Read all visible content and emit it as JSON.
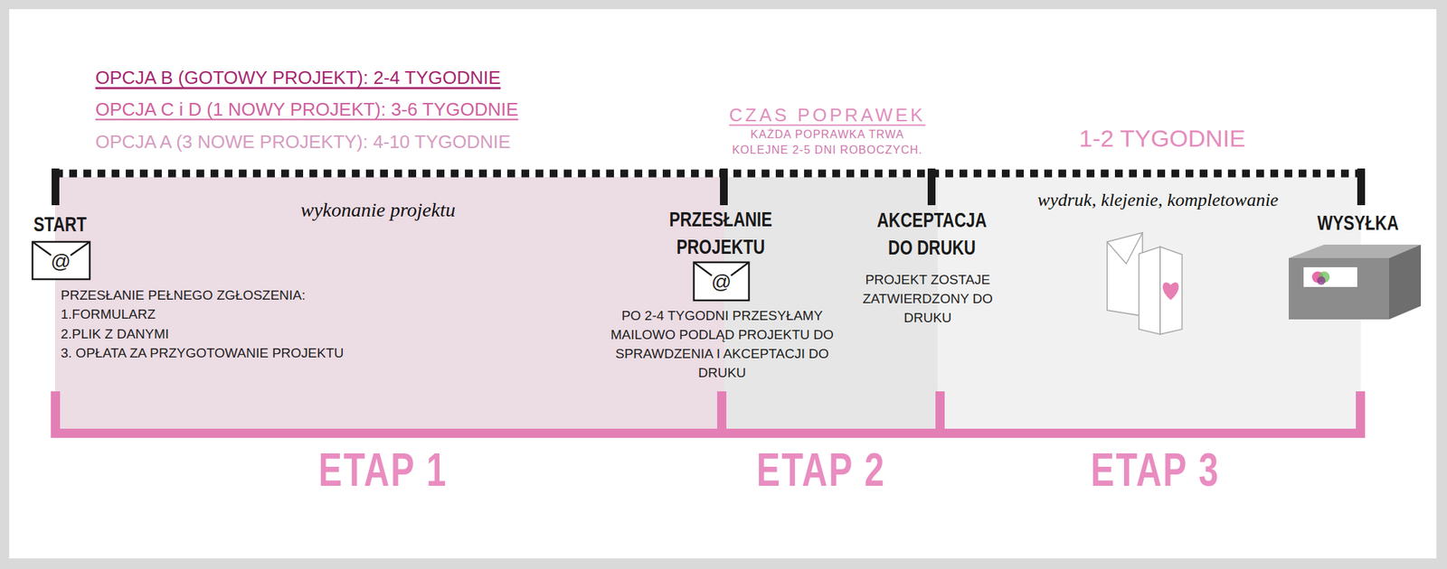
{
  "diagram": {
    "nodes": [
      {
        "text": [
          "OPCJA B (GOTOWY PROJEKT): 2-4 TYGODNIE",
          "OPCJA C i D (1 NOWY PROJEKT): 3-6 TYGODNIE",
          "OPCJA A (3 NOWE PROJEKTY): 4-10 TYGODNIE",
          "wykonanie projektu",
          "PRZESŁANIE PEŁNEGO ZGŁOSZENIA:",
          "1.FORMULARZ",
          "2.PLIK Z DANYMI",
          "3. OPŁATA ZA PRZYGOTOWANIE PROJEKTU"
        ]
      },
      {
        "text": [
          "CZAS POPRAWEK",
          "KAŻDA POPRAWKA TRWA KOLEJNE 2-5 DNI ROBOCZYCH."
        ]
      },
      {
        "text": [
          "1-2 TYGODNIE",
          "wydruk, klejenie, kompletowanie"
        ]
      }
    ],
    "labels": [
      "START",
      "@",
      "PRZESŁANIE PROJEKTU",
      "@",
      "PO 2-4 TYGODNI PRZESYŁAMY MAILOWO PODLĄD PROJEKTU DO SPRAWDZENIA I AKCEPTACJI DO DRUKU",
      "AKCEPTACJA DO DRUKU",
      "PROJEKT ZOSTAJE ZATWIERDZONY DO DRUKU",
      "WYSYŁKA",
      "ETAP 1",
      "ETAP 2",
      "ETAP 3"
    ]
  }
}
